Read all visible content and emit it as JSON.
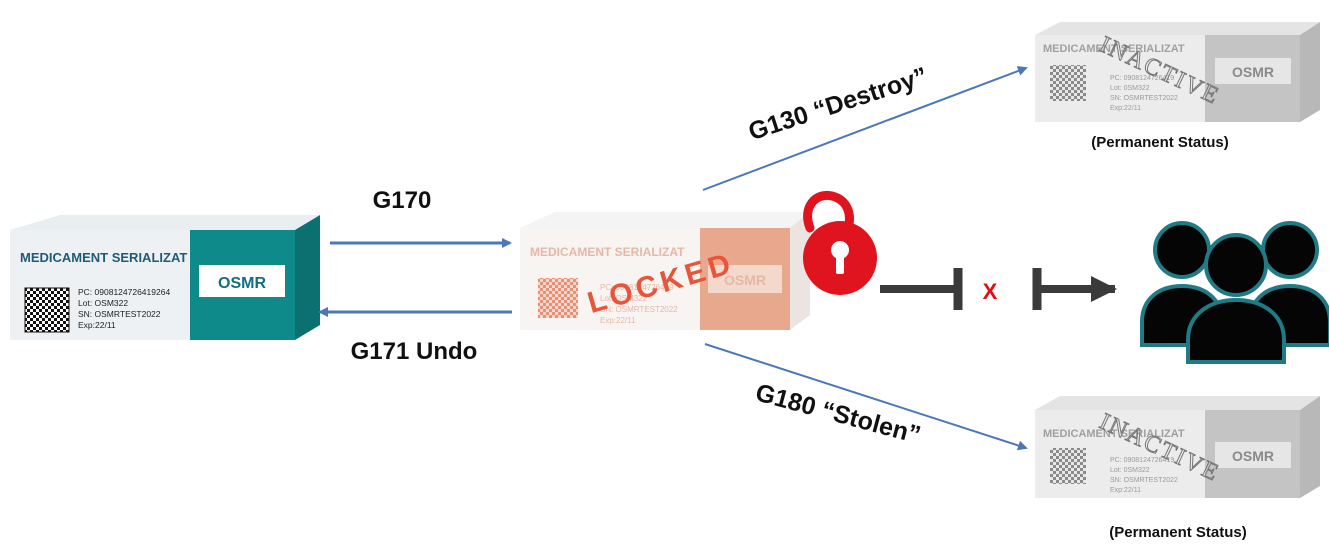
{
  "colors": {
    "arrow_blue": "#4a78b8",
    "teal": "#0f8a8a",
    "lock_red": "#e0141e",
    "locked_text": "#e8553a",
    "locked_box": "#f0c4b4",
    "people_fill": "#050505",
    "people_outline": "#1f7b86",
    "block_gray": "#3a3a3a",
    "x_red": "#e01010",
    "inactive_box": "#cfcfcf"
  },
  "boxes": {
    "active": {
      "title": "MEDICAMENT SERIALIZAT",
      "pc": "PC: 0908124726419264",
      "lot": "Lot: OSM322",
      "sn": "SN: OSMRTEST2022",
      "exp": "Exp:22/11",
      "logo": "OSMR"
    },
    "locked": {
      "title": "MEDICAMENT SERIALIZAT",
      "stamp": "LOCKED",
      "pc": "PC: 0908124726419",
      "lot": "Lot: OSM322",
      "sn": "SN: OSMRTEST2022",
      "exp": "Exp:22/11",
      "logo": "OSMR"
    },
    "inactive_top": {
      "title": "MEDICAMENT SERIALIZAT",
      "stamp": "INACTIVE",
      "pc": "PC: 0908124726419",
      "lot": "Lot: 0SM322",
      "sn": "SN: OSMRTEST2022",
      "exp": "Exp:22/11",
      "logo": "OSMR",
      "status": "(Permanent Status)"
    },
    "inactive_bottom": {
      "title": "MEDICAMENT SERIALIZAT",
      "stamp": "INACTIVE",
      "pc": "PC: 0908124726419",
      "lot": "Lot: 0SM322",
      "sn": "SN: OSMRTEST2022",
      "exp": "Exp:22/11",
      "logo": "OSMR",
      "status": "(Permanent Status)"
    }
  },
  "transitions": {
    "g170": "G170",
    "g171": "G171 Undo",
    "g130": "G130 “Destroy”",
    "g180": "G180 “Stolen”"
  },
  "blocked_mark": "X",
  "icons": [
    "padlock-icon",
    "people-group-icon",
    "datamatrix-icon"
  ]
}
